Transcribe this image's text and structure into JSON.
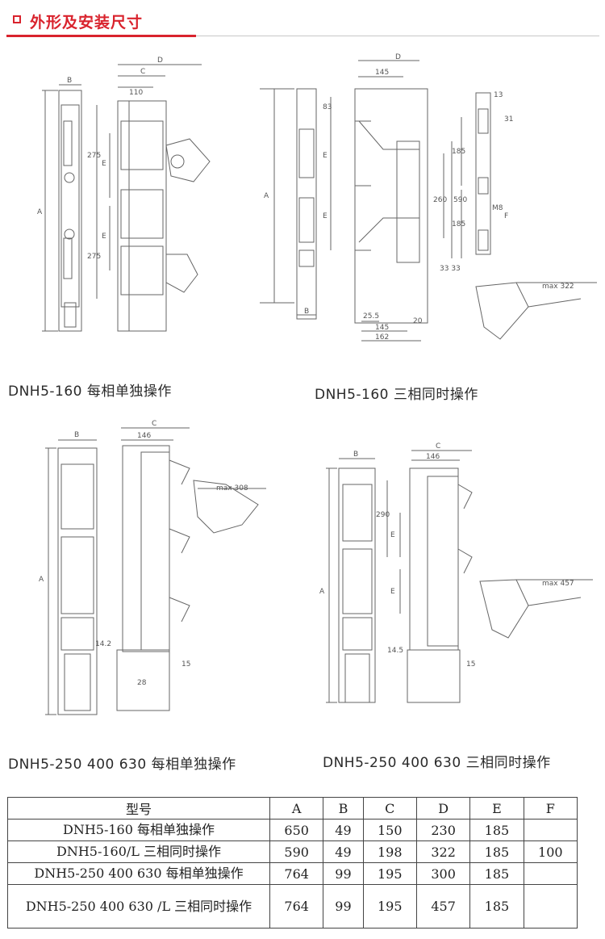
{
  "section": {
    "title": "外形及安装尺寸"
  },
  "diagrams": [
    {
      "caption": "DNH5-160 每相单独操作",
      "labels": {
        "b": "B",
        "c": "C",
        "d": "D",
        "d110": "110",
        "a": "A",
        "e1": "E",
        "e2": "E",
        "d275a": "275",
        "d275b": "275"
      }
    },
    {
      "caption": "DNH5-160 三相同时操作",
      "labels": {
        "a": "A",
        "b": "B",
        "d": "D",
        "d145": "145",
        "d83": "83",
        "e1": "E",
        "e2": "E",
        "d260": "260",
        "d590": "590",
        "d33": "33 33",
        "d25": "25.5",
        "d145b": "145",
        "d162": "162",
        "d20": "20",
        "d13": "13",
        "d31": "31",
        "d185": "185",
        "d185b": "185",
        "f": "F",
        "m8": "M8",
        "max": "max 322"
      }
    },
    {
      "caption": "DNH5-250 400 630 每相单独操作",
      "labels": {
        "b": "B",
        "c": "C",
        "d146": "146",
        "a": "A",
        "d142": "14.2",
        "d28": "28",
        "d15": "15",
        "max": "max 308"
      }
    },
    {
      "caption": "DNH5-250 400 630 三相同时操作",
      "labels": {
        "b": "B",
        "c": "C",
        "d146": "146",
        "a": "A",
        "d290": "290",
        "e1": "E",
        "e2": "E",
        "d145": "14.5",
        "d15": "15",
        "max": "max 457"
      }
    }
  ],
  "table": {
    "headers": [
      "型号",
      "A",
      "B",
      "C",
      "D",
      "E",
      "F"
    ],
    "rows": [
      [
        "DNH5-160 每相单独操作",
        "650",
        "49",
        "150",
        "230",
        "185",
        ""
      ],
      [
        "DNH5-160/L 三相同时操作",
        "590",
        "49",
        "198",
        "322",
        "185",
        "100"
      ],
      [
        "DNH5-250 400 630 每相单独操作",
        "764",
        "99",
        "195",
        "300",
        "185",
        ""
      ],
      [
        "DNH5-250 400 630 /L 三相同时操作",
        "764",
        "99",
        "195",
        "457",
        "185",
        ""
      ]
    ]
  }
}
